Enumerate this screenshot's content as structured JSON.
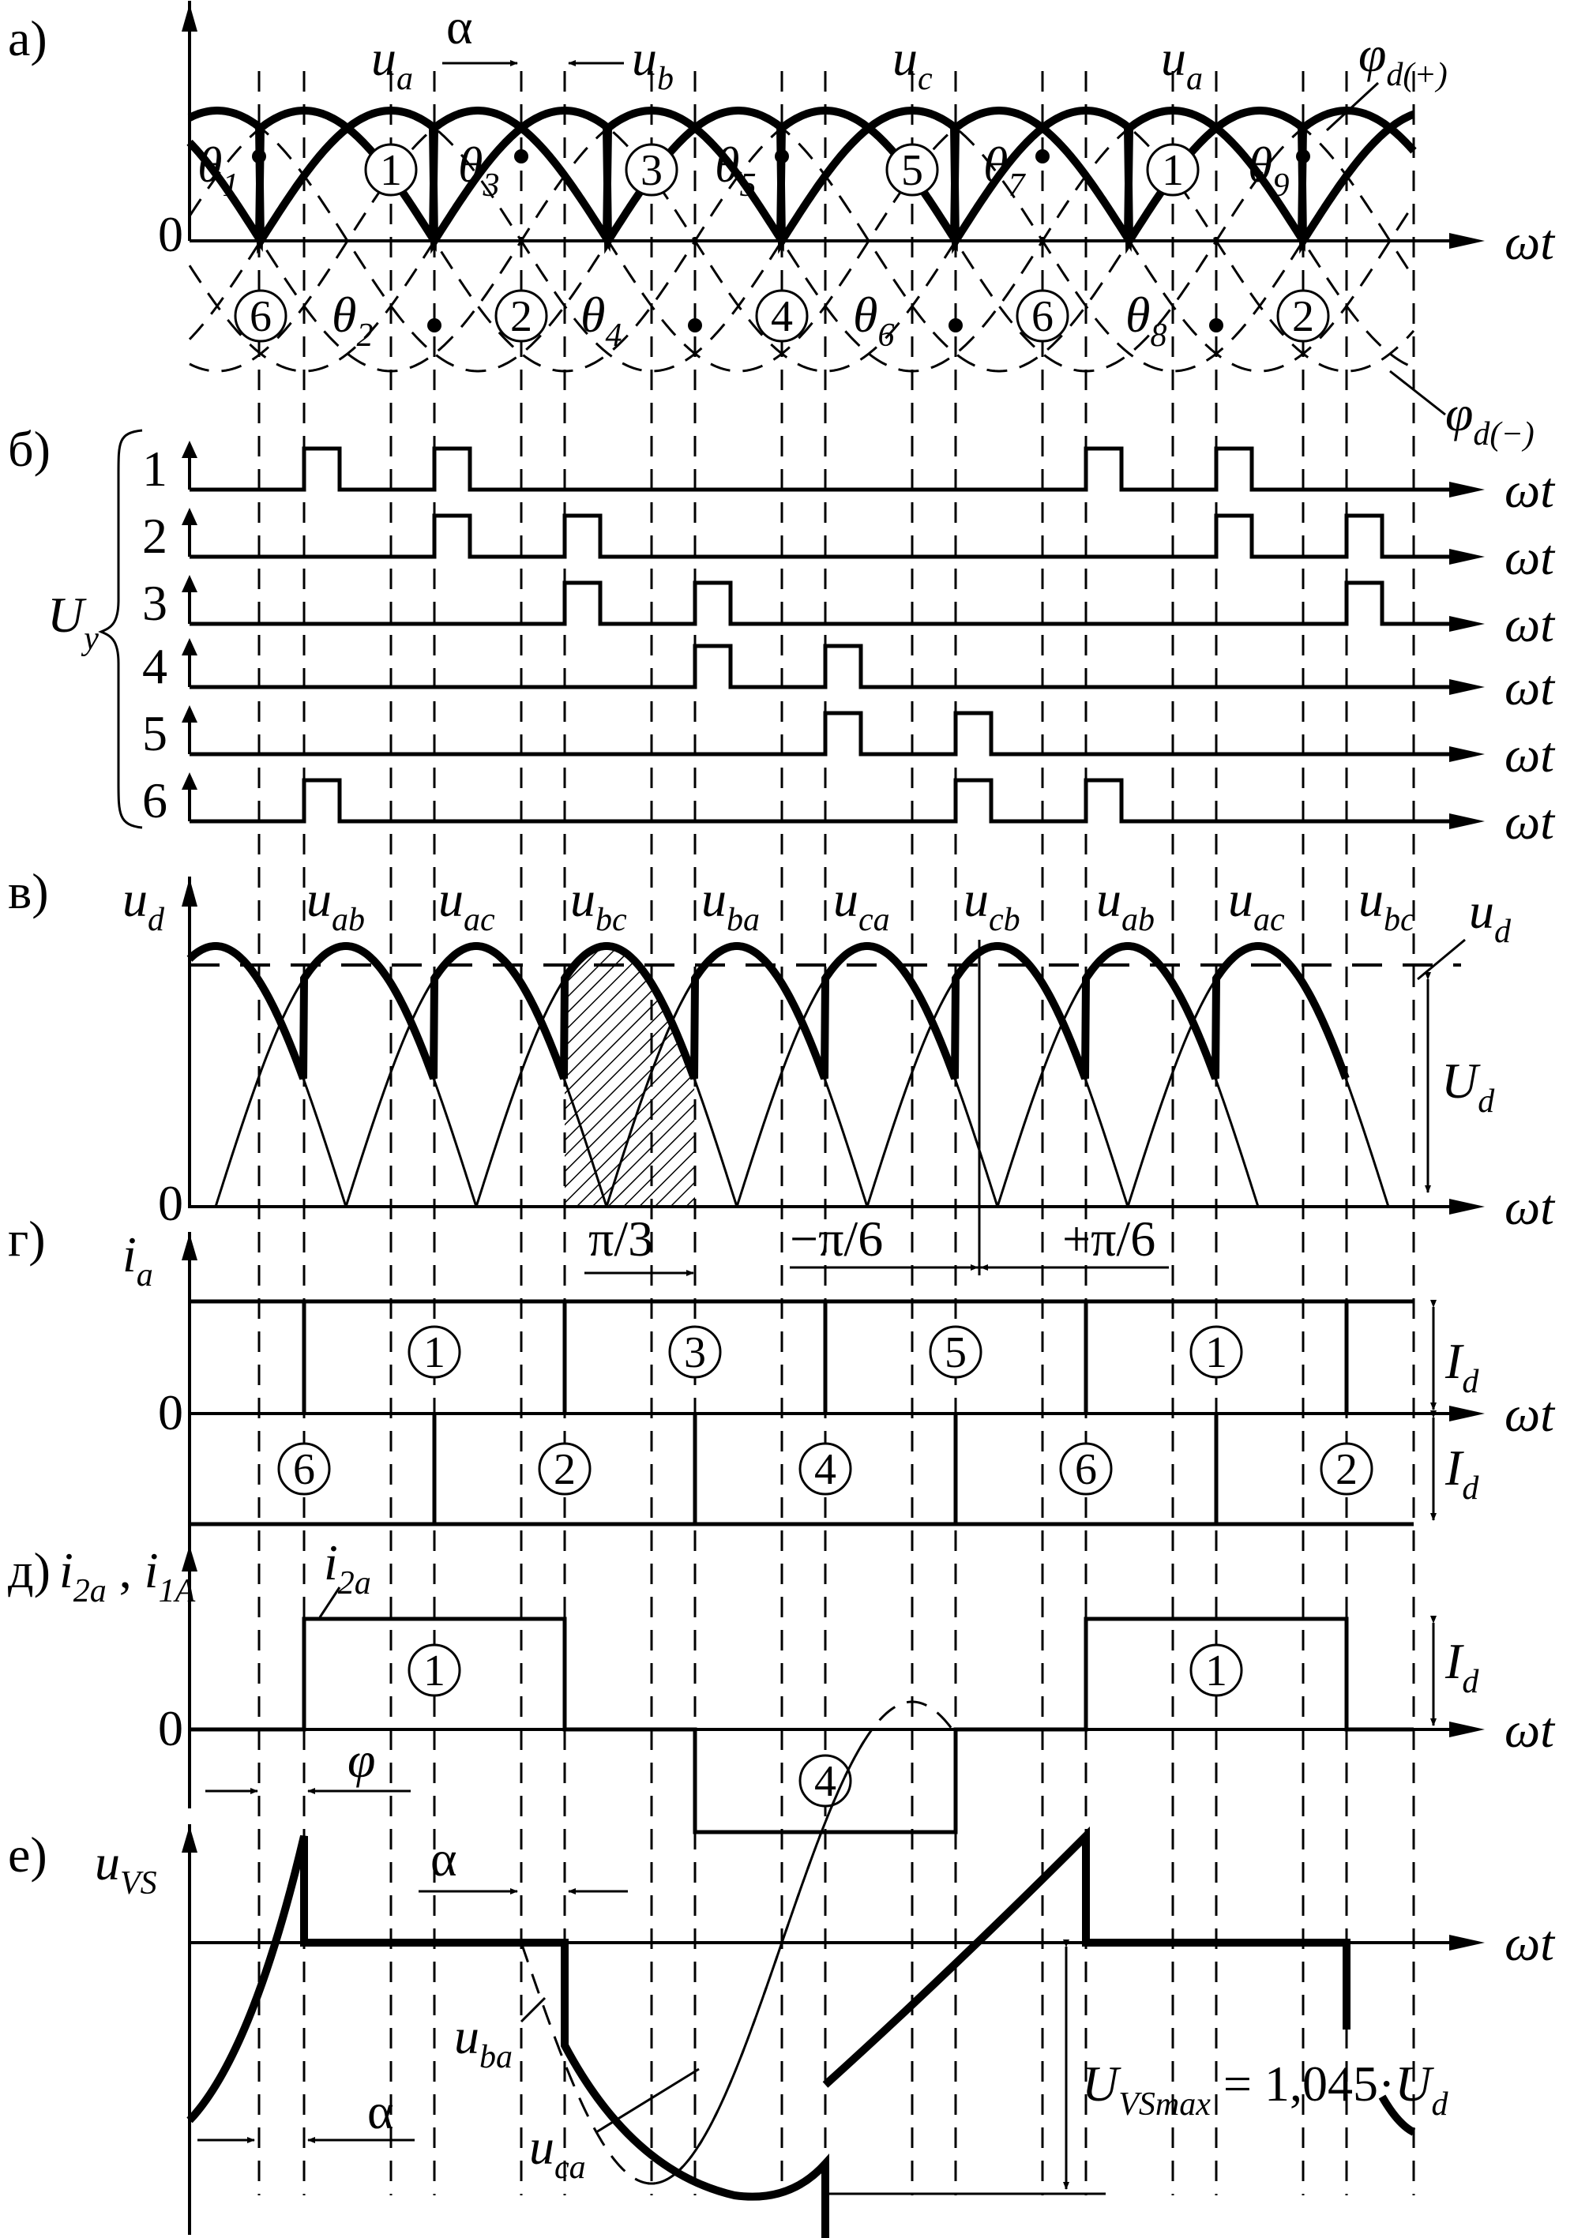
{
  "panels": {
    "a": {
      "letter": "а)",
      "zero": "0",
      "axis": "ωt",
      "alpha": "α",
      "labels": [
        {
          "main": "u",
          "sub": "a"
        },
        {
          "main": "u",
          "sub": "b"
        },
        {
          "main": "u",
          "sub": "c"
        },
        {
          "main": "u",
          "sub": "a"
        },
        {
          "main": "φ",
          "sub": "d(+)"
        },
        {
          "main": "φ",
          "sub": "d(−)"
        }
      ],
      "theta": [
        "1",
        "2",
        "3",
        "4",
        "5",
        "6",
        "7",
        "8",
        "9"
      ],
      "circles_top": [
        "1",
        "3",
        "5",
        "1"
      ],
      "circles_bottom": [
        "6",
        "2",
        "4",
        "6",
        "2"
      ]
    },
    "b": {
      "letter": "б)",
      "group": {
        "main": "U",
        "sub": "y"
      },
      "channels": [
        "1",
        "2",
        "3",
        "4",
        "5",
        "6"
      ],
      "axis": "ωt"
    },
    "v": {
      "letter": "в)",
      "ylabel": {
        "main": "u",
        "sub": "d"
      },
      "zero": "0",
      "axis": "ωt",
      "line_labels": [
        "ab",
        "ac",
        "bc",
        "ba",
        "ca",
        "cb",
        "ab",
        "ac",
        "bc"
      ],
      "ud": {
        "main": "u",
        "sub": "d"
      },
      "Ud": {
        "main": "U",
        "sub": "d"
      },
      "angles": [
        "π/3",
        "−π/6",
        "+π/6"
      ]
    },
    "g": {
      "letter": "г)",
      "ylabel": {
        "main": "i",
        "sub": "a"
      },
      "zero": "0",
      "axis": "ωt",
      "circles_top": [
        "1",
        "3",
        "5",
        "1"
      ],
      "circles_bottom": [
        "6",
        "2",
        "4",
        "6",
        "2"
      ],
      "Id": {
        "main": "I",
        "sub": "d"
      }
    },
    "d": {
      "letter": "д)",
      "ylabel": [
        {
          "main": "i",
          "sub": "2a"
        },
        {
          "main": "i",
          "sub": "1A"
        }
      ],
      "zero": "0",
      "axis": "ωt",
      "i2a": {
        "main": "i",
        "sub": "2a"
      },
      "circles": [
        "1",
        "4",
        "1"
      ],
      "phi": "φ",
      "Id": {
        "main": "I",
        "sub": "d"
      }
    },
    "e": {
      "letter": "е)",
      "ylabel": {
        "main": "u",
        "sub": "VS"
      },
      "axis": "ωt",
      "alpha": "α",
      "uba": {
        "main": "u",
        "sub": "ba"
      },
      "uca": {
        "main": "u",
        "sub": "ca"
      },
      "formula": {
        "lhs": "U",
        "lhs_sub": "VSmax",
        "rhs": " = 1,045·",
        "rhs_main": "U",
        "rhs_sub": "d"
      }
    }
  },
  "style": {
    "ink": "#000000",
    "paper": "#ffffff"
  }
}
